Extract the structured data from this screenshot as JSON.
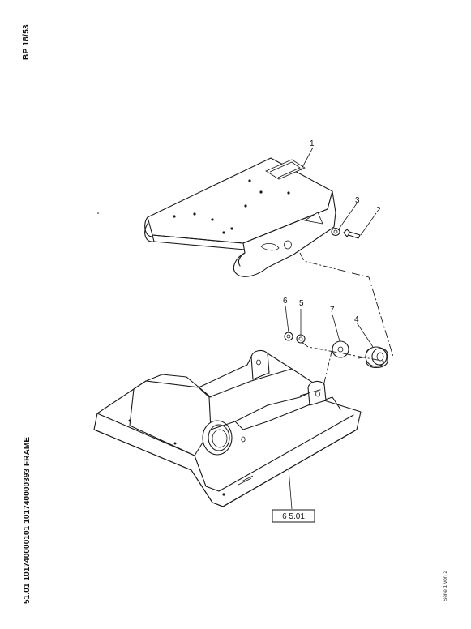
{
  "header": {
    "page_id": "BP 18/53"
  },
  "heading": {
    "text": "51.01 101740000101 101740000393 FRAME"
  },
  "footer": {
    "page_of": "Seite 1 von 2"
  },
  "diagram": {
    "callouts": [
      "1",
      "2",
      "3",
      "4",
      "5",
      "6",
      "7"
    ],
    "reference_box": "6 5.01"
  }
}
